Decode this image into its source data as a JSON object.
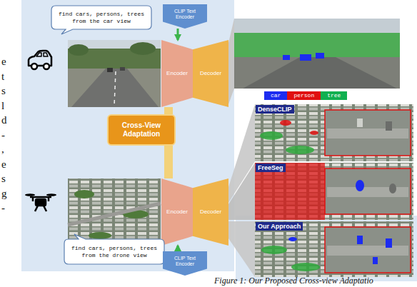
{
  "diagram": {
    "caption": "Figure 1: Our Proposed Cross-view Adaptatio",
    "nodes": [
      {
        "text": [
          "find cars, persons, trees from the car view"
        ]
      },
      {
        "text": [
          "CLIP Text Encoder"
        ]
      },
      {
        "text": [
          "Encoder"
        ]
      },
      {
        "text": [
          "Decoder"
        ]
      },
      {
        "text": [
          "Cross-View Adaptation"
        ]
      },
      {
        "text": [
          "Encoder"
        ]
      },
      {
        "text": [
          "Decoder"
        ]
      },
      {
        "text": [
          "find cars, persons, trees from the drone view"
        ]
      },
      {
        "text": [
          "CLIP Text Encoder"
        ]
      }
    ],
    "edges": [
      {
        "from": 1,
        "to": 2,
        "arrow": "to"
      },
      {
        "from": 8,
        "to": 5,
        "arrow": "to"
      },
      {
        "from": 4,
        "to": 2,
        "arrow": "none"
      },
      {
        "from": 4,
        "to": 5,
        "arrow": "none"
      }
    ],
    "labels": [
      "DenseCLIP",
      "FreeSeg",
      "Our Approach",
      "e",
      "t",
      "s",
      "l",
      "d",
      "-",
      ",",
      "e",
      "s",
      "g",
      "-"
    ],
    "legend": [
      {
        "text": "car",
        "color": "#1c2cf0"
      },
      {
        "text": "person",
        "color": "#e01010"
      },
      {
        "text": "tree",
        "color": "#10b050"
      }
    ]
  }
}
